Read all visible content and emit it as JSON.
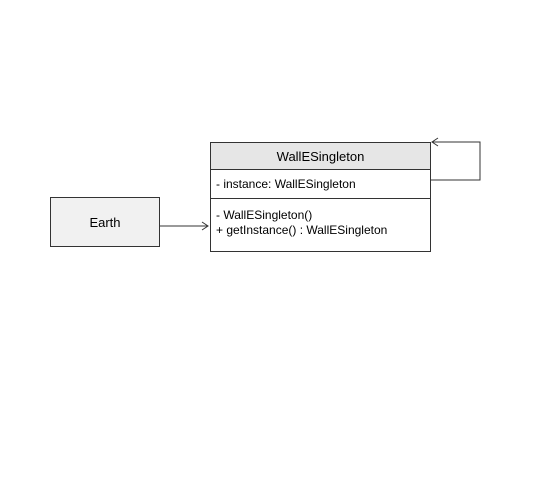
{
  "diagram": {
    "earth": {
      "label": "Earth"
    },
    "singleton": {
      "name": "WallESingleton",
      "attributes": [
        "- instance: WallESingleton"
      ],
      "methods": [
        "- WallESingleton()",
        "+ getInstance() : WallESingleton"
      ]
    },
    "colors": {
      "stroke": "#333333",
      "earth_fill": "#f1f1f1",
      "header_fill": "#e6e6e6"
    }
  }
}
